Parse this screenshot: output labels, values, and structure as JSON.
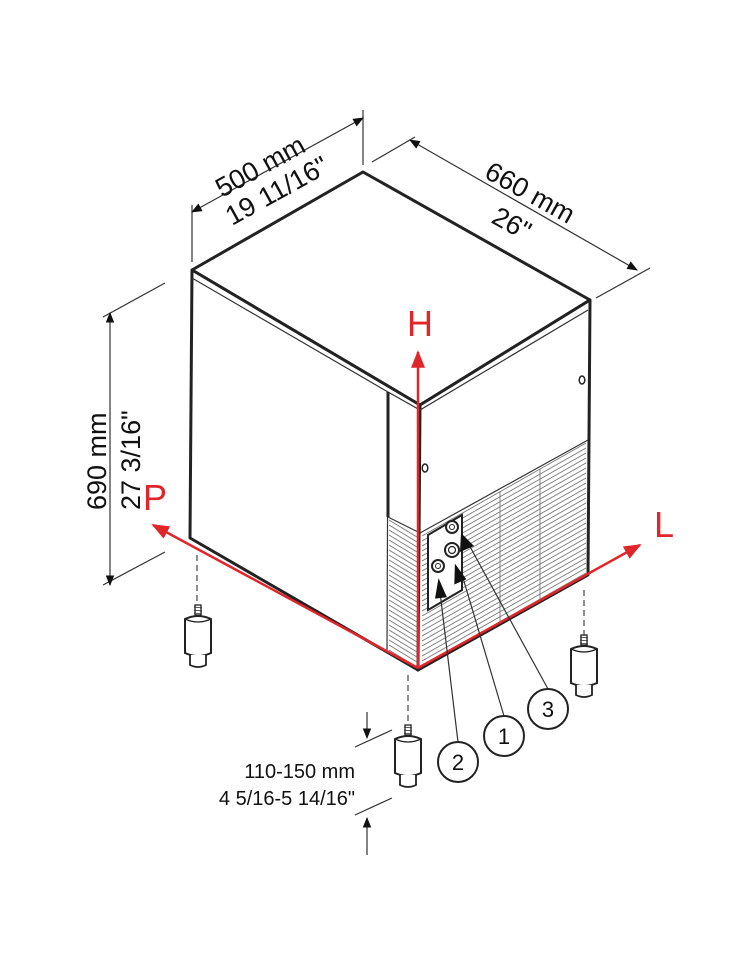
{
  "dimensions": {
    "width_mm": "500 mm",
    "width_in": "19 11/16\"",
    "depth_mm": "660 mm",
    "depth_in": "26\"",
    "height_mm": "690 mm",
    "height_in": "27 3/16\"",
    "feet_mm": "110-150 mm",
    "feet_in": "4 5/16-5 14/16\""
  },
  "axes": {
    "height": "H",
    "length": "L",
    "depth": "P"
  },
  "connections": [
    {
      "number": "1"
    },
    {
      "number": "2"
    },
    {
      "number": "3"
    }
  ],
  "colors": {
    "axis": "#e0262a",
    "outline": "#222222"
  }
}
